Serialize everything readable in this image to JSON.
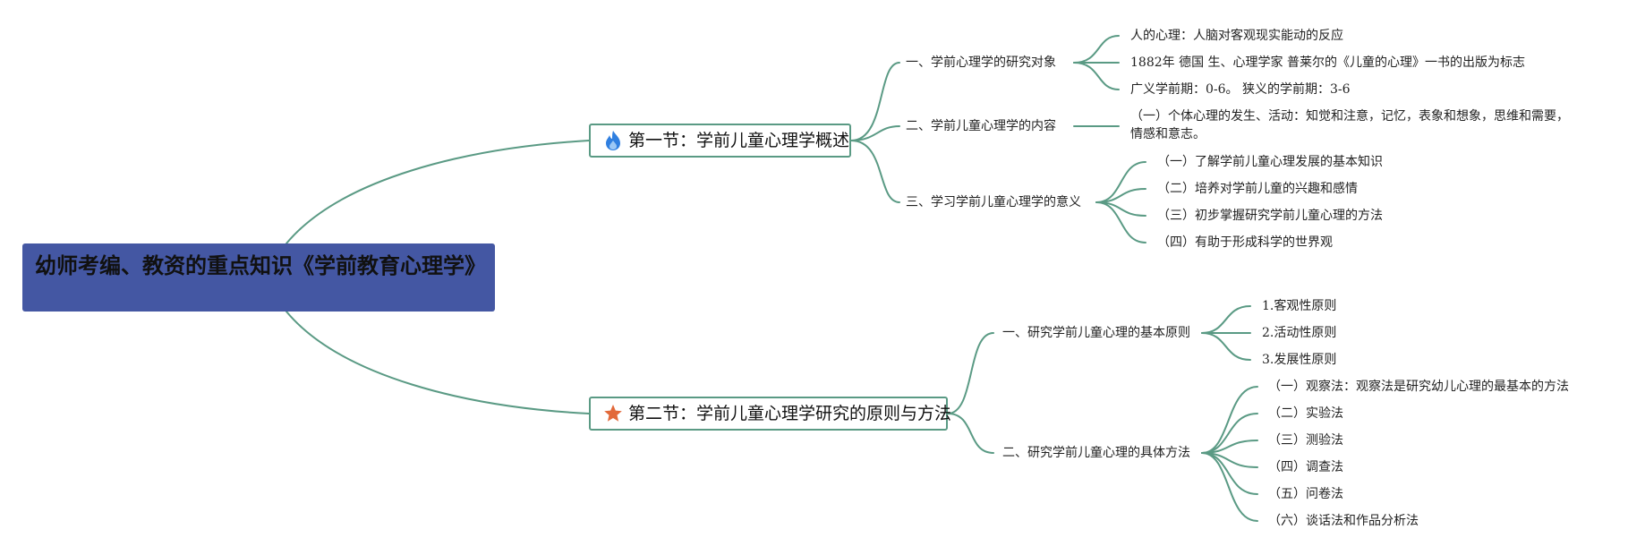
{
  "root": {
    "title": "幼师考编、教资的重点知识《学前教育心理学》"
  },
  "sections": [
    {
      "label": "第一节：学前儿童心理学概述",
      "icon": "fire-icon",
      "topics": [
        {
          "label": "一、学前心理学的研究对象",
          "items": [
            "人的心理：人脑对客观现实能动的反应",
            "1882年 德国 生、心理学家 普莱尔的《儿童的心理》一书的出版为标志",
            "广义学前期：0-6。 狭义的学前期：3-6"
          ]
        },
        {
          "label": "二、学前儿童心理学的内容",
          "items": [
            "（一）个体心理的发生、活动：知觉和注意，记忆，表象和想象，思维和需要，情感和意志。"
          ]
        },
        {
          "label": "三、学习学前儿童心理学的意义",
          "items": [
            "（一）了解学前儿童心理发展的基本知识",
            "（二）培养对学前儿童的兴趣和感情",
            "（三）初步掌握研究学前儿童心理的方法",
            "（四）有助于形成科学的世界观"
          ]
        }
      ]
    },
    {
      "label": "第二节：学前儿童心理学研究的原则与方法",
      "icon": "star-icon",
      "topics": [
        {
          "label": "一、研究学前儿童心理的基本原则",
          "items": [
            "1.客观性原则",
            "2.活动性原则",
            "3.发展性原则"
          ]
        },
        {
          "label": "二、研究学前儿童心理的具体方法",
          "items": [
            "（一）观察法：观察法是研究幼儿心理的最基本的方法",
            "（二）实验法",
            "（三）测验法",
            "（四）调查法",
            "（五）问卷法",
            "（六）谈话法和作品分析法"
          ]
        }
      ]
    }
  ],
  "colors": {
    "root_fill": "#4457a3",
    "branch_line": "#5a9a84",
    "fire": "#2f7fe0",
    "star": "#e2693a"
  }
}
